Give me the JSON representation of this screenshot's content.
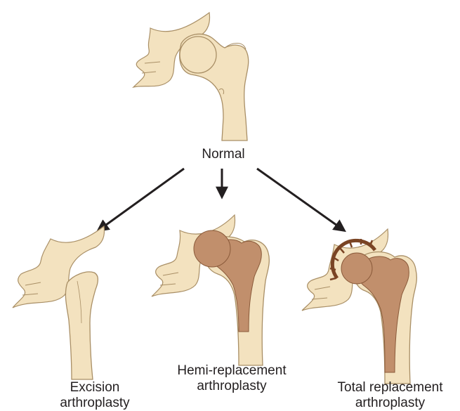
{
  "labels": {
    "normal": "Normal",
    "excision_line1": "Excision",
    "excision_line2": "arthroplasty",
    "hemi_line1": "Hemi-replacement",
    "hemi_line2": "arthroplasty",
    "total_line1": "Total replacement",
    "total_line2": "arthroplasty"
  },
  "colors": {
    "bone_fill": "#f3e2bf",
    "bone_stroke": "#a98f66",
    "implant_fill": "#c18f6c",
    "implant_stroke": "#8a5a3a",
    "cup_color": "#7a4424",
    "arrow": "#231f20",
    "text": "#231f20"
  }
}
